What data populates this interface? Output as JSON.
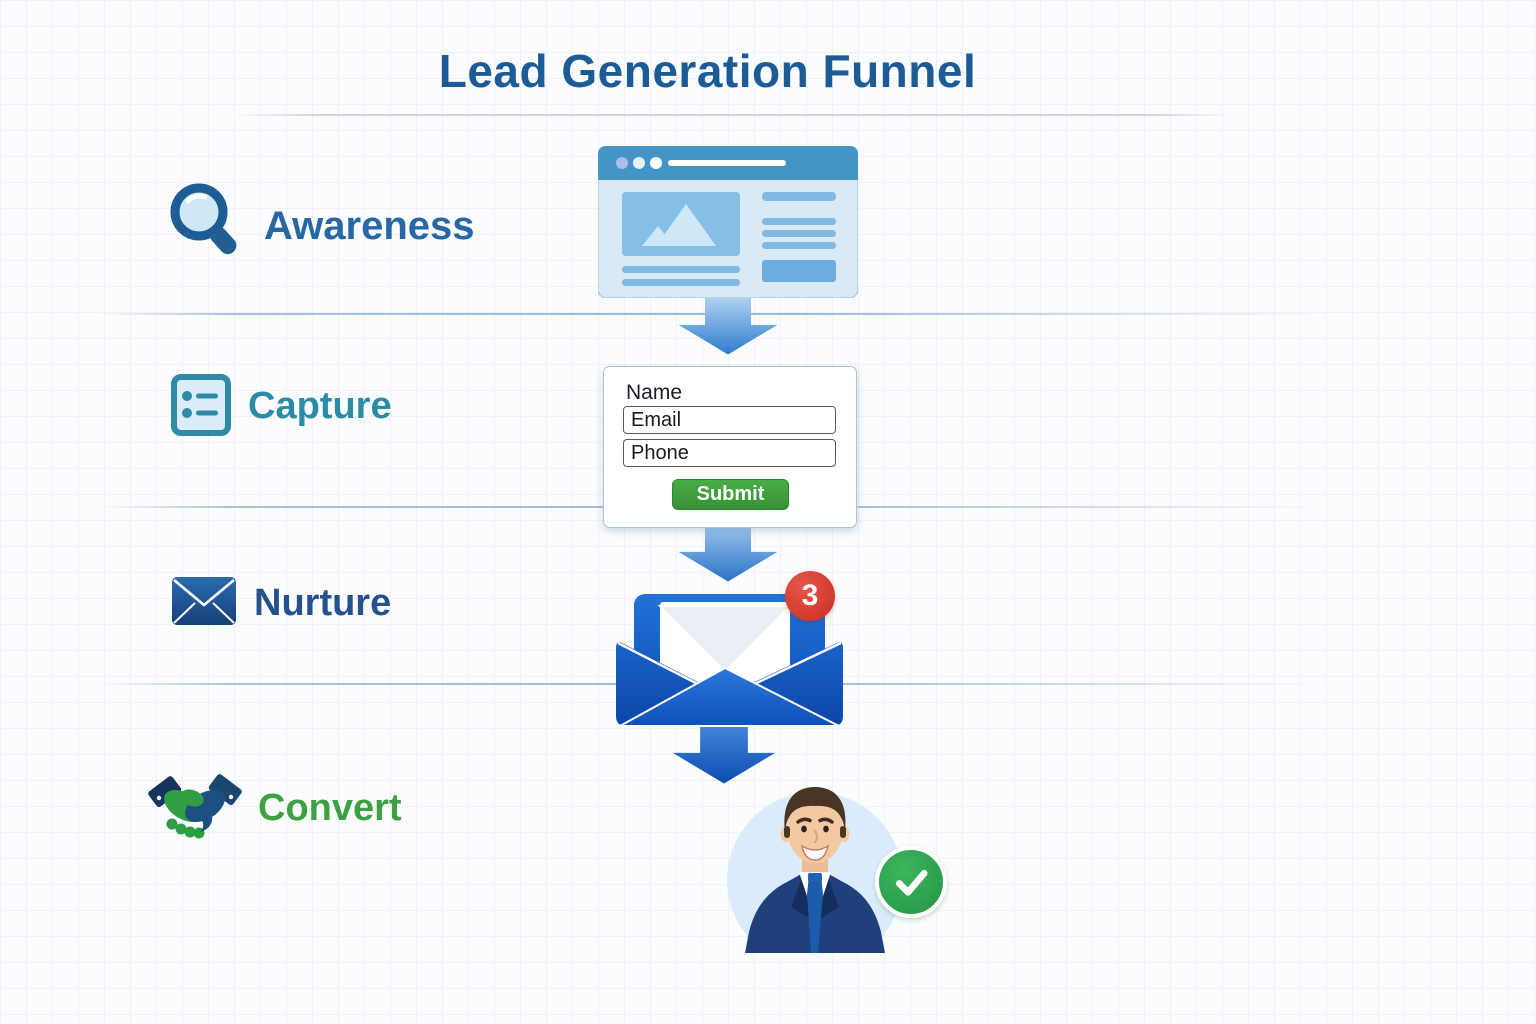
{
  "title": "Lead Generation Funnel",
  "stages": [
    {
      "label": "Awareness",
      "icon": "magnifier-icon",
      "label_color": "#2767a4"
    },
    {
      "label": "Capture",
      "icon": "list-form-icon",
      "label_color": "#2b8ca7"
    },
    {
      "label": "Nurture",
      "icon": "envelope-icon",
      "label_color": "#25518f"
    },
    {
      "label": "Convert",
      "icon": "handshake-icon",
      "label_color": "#3ba142"
    }
  ],
  "lead_form": {
    "name_label": "Name",
    "email_value": "Email",
    "phone_value": "Phone",
    "submit_label": "Submit"
  },
  "email_notification": {
    "badge_count": "3"
  },
  "colors": {
    "title": "#1d5b96",
    "divider": "#a9c2e0",
    "arrow_light_blue": "#2e7ccc",
    "arrow_dark_blue": "#0c4cb0",
    "browser_header": "#4494c8",
    "browser_body": "#d9eaf5",
    "submit_green": "#3da23d",
    "badge_red": "#c62f25",
    "check_green": "#2ca04b"
  }
}
